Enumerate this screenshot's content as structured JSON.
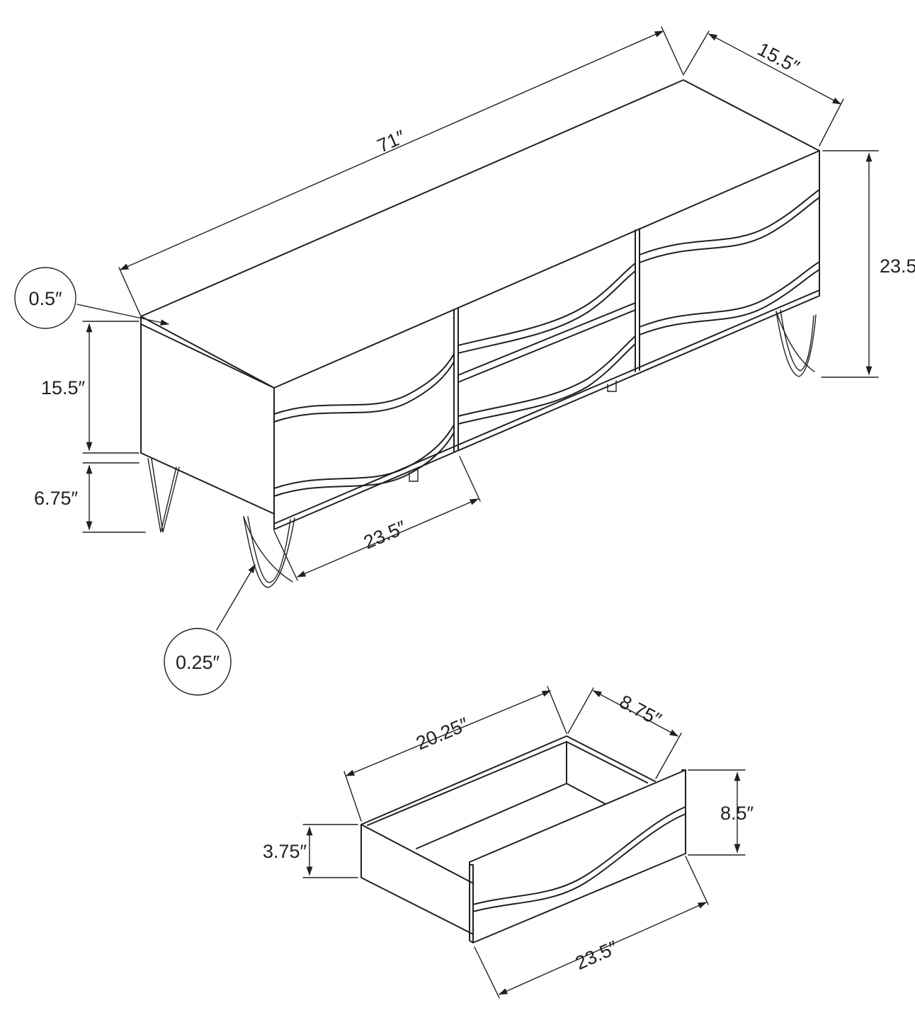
{
  "cabinet": {
    "dimensions": {
      "length": "71″",
      "depth": "15.5″",
      "total_height": "23.5″",
      "body_height": "15.5″",
      "leg_height": "6.75″",
      "top_thickness": "0.5″",
      "leg_thickness": "0.25″",
      "door_width": "23.5″"
    }
  },
  "drawer": {
    "dimensions": {
      "length": "20.25″",
      "depth": "8.75″",
      "inner_height": "3.75″",
      "front_height": "8.5″",
      "front_width": "23.5″"
    }
  },
  "colors": {
    "line": "#231f20",
    "background": "#ffffff"
  }
}
